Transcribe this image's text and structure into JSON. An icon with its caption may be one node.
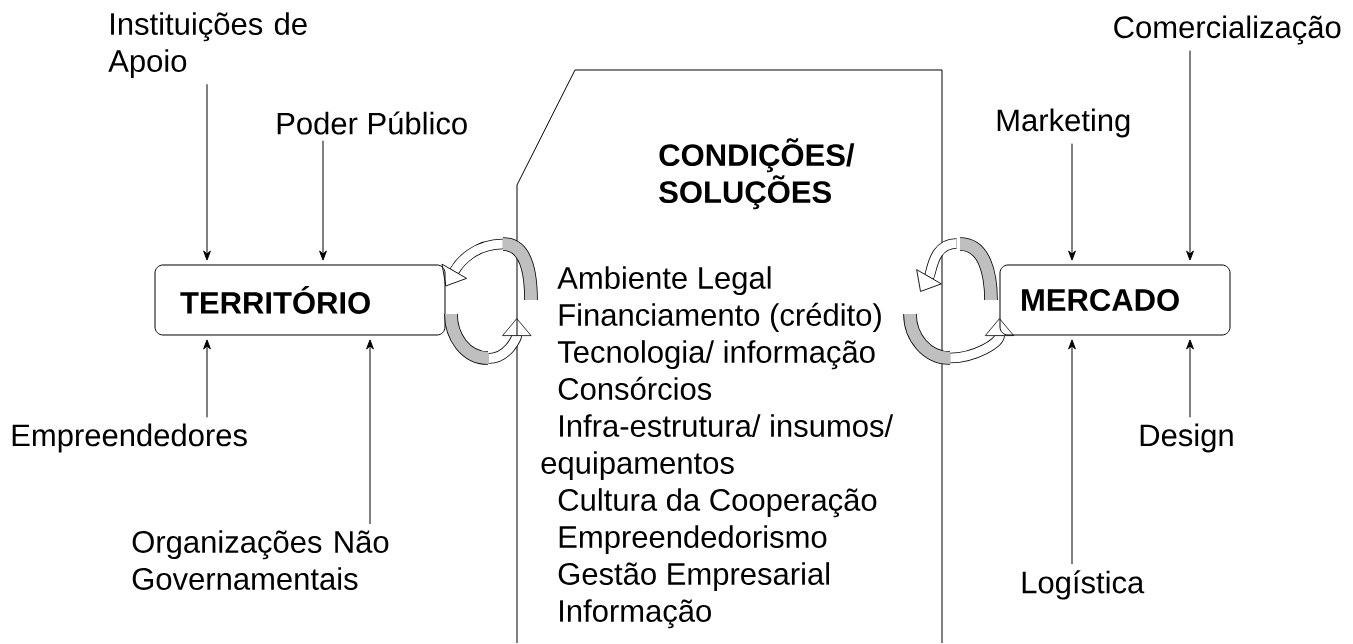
{
  "diagram": {
    "nodes": [
      {
        "text": [
          "TERRITÓRIO"
        ]
      },
      {
        "text": [
          "CONDIÇÕES/ SOLUÇÕES",
          "Ambiente Legal",
          "Financiamento (crédito)",
          "Tecnologia/ informação",
          "Consórcios",
          "Infra-estrutura/ insumos/ equipamentos",
          "Cultura da Cooperação",
          "Empreendedorismo",
          "Gestão Empresarial",
          "Informação"
        ]
      },
      {
        "text": [
          "MERCADO"
        ]
      },
      {
        "text": [
          "Instituições de Apoio"
        ]
      },
      {
        "text": [
          "Poder Público"
        ]
      },
      {
        "text": [
          "Empreendedores"
        ]
      },
      {
        "text": [
          "Organizações Não Governamentais"
        ]
      },
      {
        "text": [
          "Comercialização"
        ]
      },
      {
        "text": [
          "Marketing"
        ]
      },
      {
        "text": [
          "Logística"
        ]
      },
      {
        "text": [
          "Design"
        ]
      }
    ],
    "edges": [
      {
        "from": 3,
        "to": 0,
        "arrow": "to"
      },
      {
        "from": 4,
        "to": 0,
        "arrow": "to"
      },
      {
        "from": 5,
        "to": 0,
        "arrow": "to"
      },
      {
        "from": 6,
        "to": 0,
        "arrow": "to"
      },
      {
        "from": 7,
        "to": 2,
        "arrow": "to"
      },
      {
        "from": 8,
        "to": 2,
        "arrow": "to"
      },
      {
        "from": 9,
        "to": 2,
        "arrow": "to"
      },
      {
        "from": 10,
        "to": 2,
        "arrow": "to"
      },
      {
        "from": 1,
        "to": 0,
        "arrow": "to",
        "style": "thick"
      },
      {
        "from": 0,
        "to": 1,
        "arrow": "to",
        "style": "thick"
      },
      {
        "from": 2,
        "to": 1,
        "arrow": "to",
        "style": "thick"
      },
      {
        "from": 1,
        "to": 2,
        "arrow": "to",
        "style": "thick"
      }
    ]
  }
}
